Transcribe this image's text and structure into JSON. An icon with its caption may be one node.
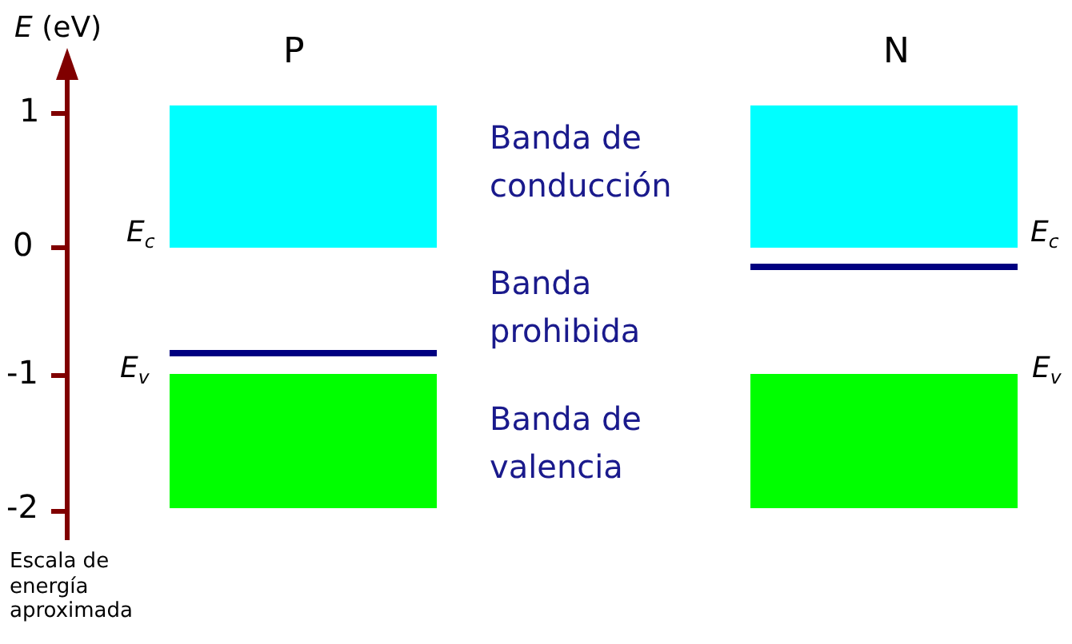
{
  "diagram": {
    "nodes": [
      {
        "text": [],
        "shape": "box"
      },
      {
        "text": [],
        "shape": "box"
      },
      {
        "text": [],
        "shape": "box"
      },
      {
        "text": [],
        "shape": "box"
      }
    ],
    "labels": [
      "*E* (eV)",
      "P",
      "N",
      "1",
      "Banda de conducción",
      "0",
      "E$_{c}$",
      "E$_{c}$",
      "Banda prohibida",
      "-1",
      "E$_{v}$",
      "E$_{v}$",
      "Banda de valencia",
      "-2",
      "Escala de energía aproximada"
    ]
  }
}
